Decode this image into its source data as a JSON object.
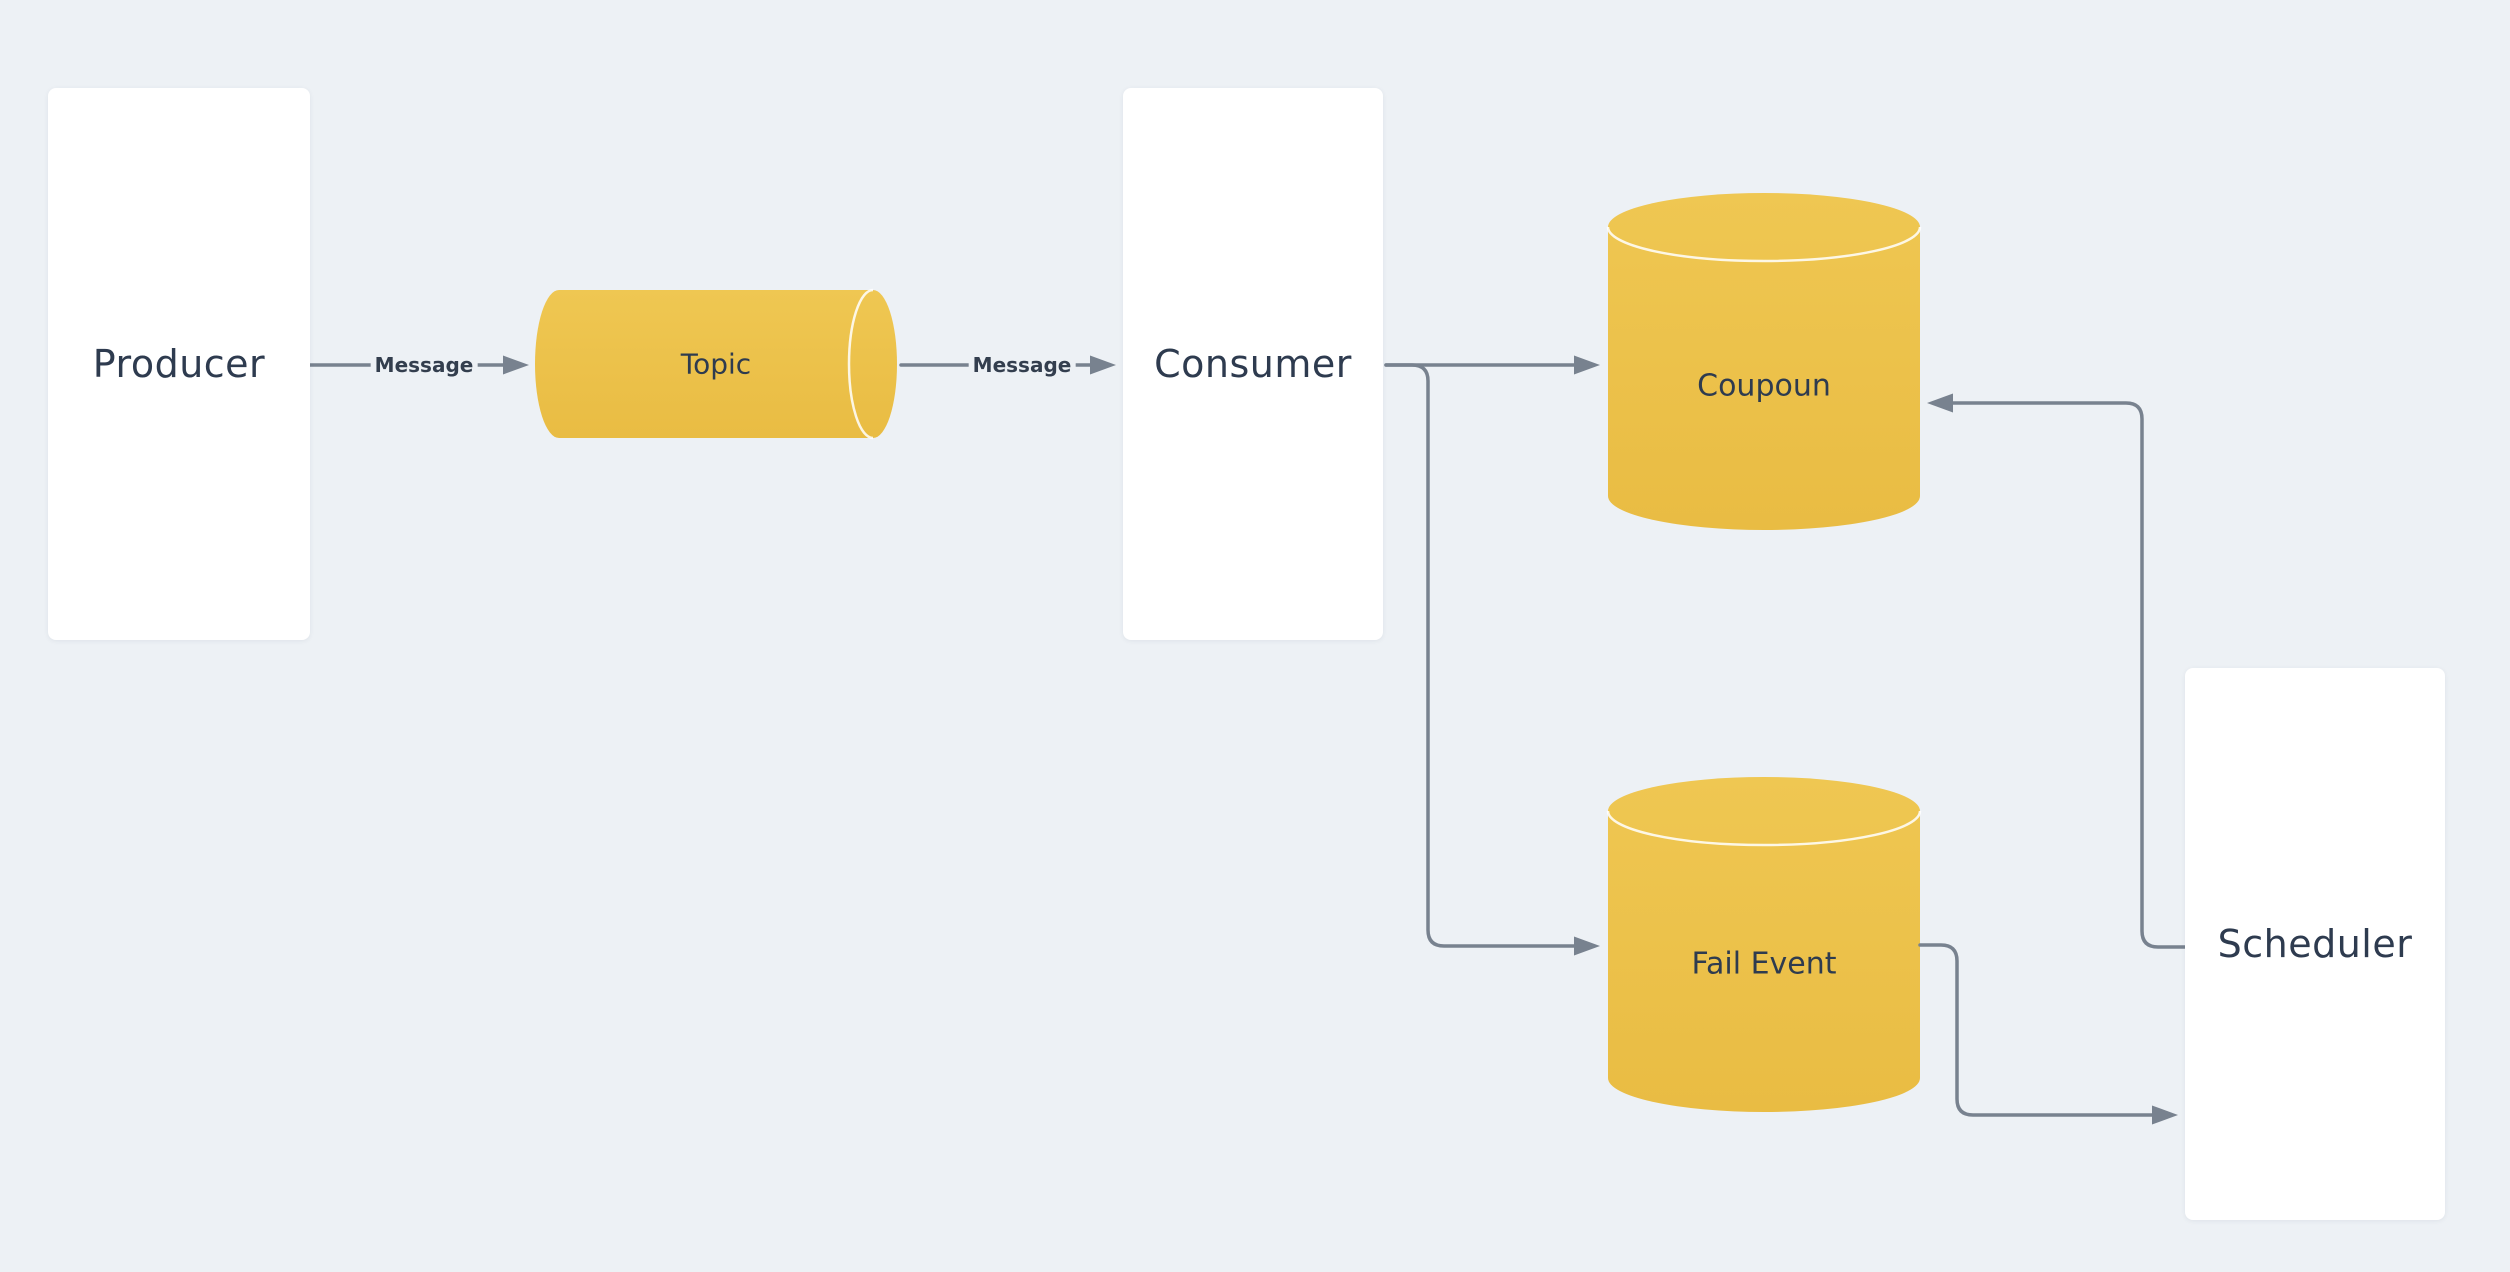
{
  "diagram": {
    "background_color": "#edf1f5",
    "node_fill_white": "#ffffff",
    "cylinder_fill_yellow": "#ecc34e",
    "connector_color": "#78828f",
    "label_color": "#2e3b4f",
    "nodes": [
      {
        "id": "producer",
        "label": "Producer",
        "shape": "rectangle"
      },
      {
        "id": "topic",
        "label": "Topic",
        "shape": "cylinder-horizontal"
      },
      {
        "id": "consumer",
        "label": "Consumer",
        "shape": "rectangle"
      },
      {
        "id": "coupoun",
        "label": "Coupoun",
        "shape": "cylinder"
      },
      {
        "id": "fail-event",
        "label": "Fail Event",
        "shape": "cylinder"
      },
      {
        "id": "scheduler",
        "label": "Scheduler",
        "shape": "rectangle"
      }
    ],
    "edges": [
      {
        "from": "producer",
        "to": "topic",
        "label": "Message"
      },
      {
        "from": "topic",
        "to": "consumer",
        "label": "Message"
      },
      {
        "from": "consumer",
        "to": "coupoun",
        "label": ""
      },
      {
        "from": "consumer",
        "to": "fail-event",
        "label": ""
      },
      {
        "from": "fail-event",
        "to": "scheduler",
        "label": ""
      },
      {
        "from": "scheduler",
        "to": "coupoun",
        "label": ""
      }
    ]
  }
}
